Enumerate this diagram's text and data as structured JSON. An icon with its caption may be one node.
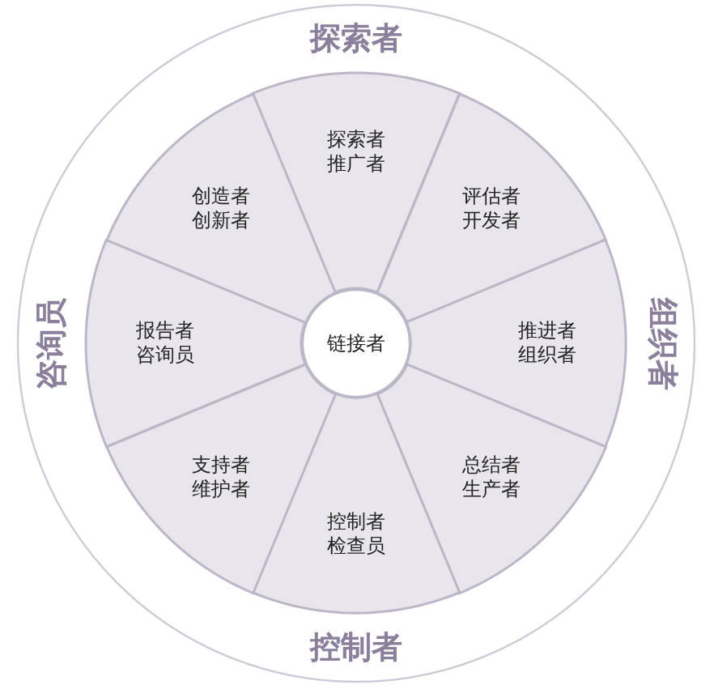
{
  "diagram": {
    "nodes": [
      {
        "text": [
          "探索者",
          "组织者",
          "控制者",
          "咨询员"
        ]
      },
      {
        "text": [
          "探索者推广者"
        ],
        "in": 0
      },
      {
        "text": [
          "评估者开发者"
        ],
        "in": 0
      },
      {
        "text": [
          "推进者组织者"
        ],
        "in": 0
      },
      {
        "text": [
          "总结者生产者"
        ],
        "in": 0
      },
      {
        "text": [
          "控制者检查员"
        ],
        "in": 0
      },
      {
        "text": [
          "支持者维护者"
        ],
        "in": 0
      },
      {
        "text": [
          "报告者咨询员"
        ],
        "in": 0
      },
      {
        "text": [
          "创造者创新者"
        ],
        "in": 0
      },
      {
        "text": [
          "链接者"
        ],
        "in": 0
      }
    ]
  }
}
